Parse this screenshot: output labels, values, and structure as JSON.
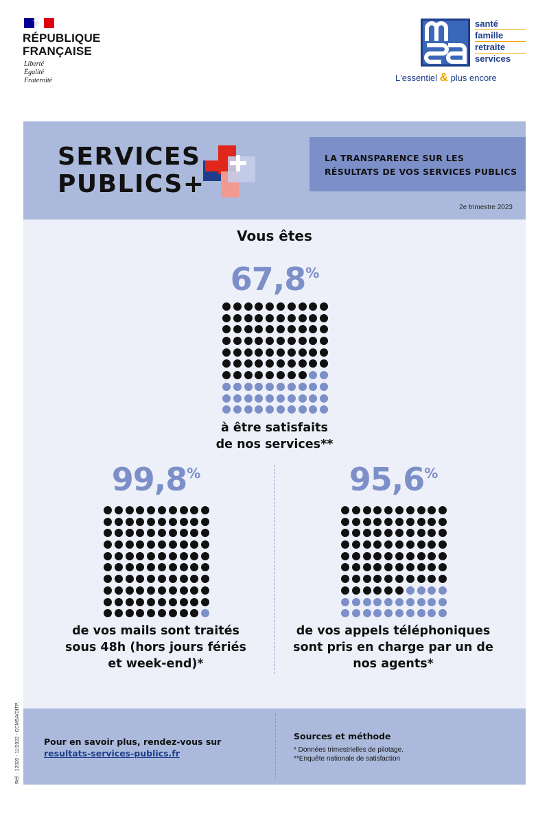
{
  "header": {
    "republique": {
      "name_line1": "RÉPUBLIQUE",
      "name_line2": "FRANÇAISE",
      "motto": [
        "Liberté",
        "Égalité",
        "Fraternité"
      ]
    },
    "msa": {
      "logo_icon": "msa-logo-icon",
      "words": [
        "santé",
        "famille",
        "retraite",
        "services"
      ],
      "tagline_before": "L'essentiel",
      "tagline_amp": "&",
      "tagline_after": "plus encore",
      "brand_color": "#1e3e8c",
      "accent_color": "#f0a500"
    }
  },
  "poster": {
    "title_line1": "SERVICES",
    "title_line2": "PUBLICS+",
    "banner_line1": "LA TRANSPARENCE SUR LES",
    "banner_line2": "RÉSULTATS DE VOS SERVICES PUBLICS",
    "period": "2e trimestre 2023",
    "intro": "Vous êtes",
    "colors": {
      "band": "#abbadc",
      "accent": "#7c8fc8",
      "body": "#edf0f8"
    }
  },
  "stats": [
    {
      "value": "67,8",
      "unit": "%",
      "filled_dots": 68,
      "total_dots": 100,
      "caption_lines": [
        "à être satisfaits",
        "de nos services**"
      ]
    },
    {
      "value": "99,8",
      "unit": "%",
      "filled_dots": 99,
      "total_dots": 100,
      "caption_lines": [
        "de vos mails sont traités",
        "sous 48h (hors jours fériés",
        "et week-end)*"
      ]
    },
    {
      "value": "95,6",
      "unit": "%",
      "filled_dots": 76,
      "total_dots": 100,
      "caption_lines": [
        "de vos appels téléphoniques",
        "sont pris en charge par un de",
        "nos agents*"
      ]
    }
  ],
  "footer": {
    "info_text": "Pour en savoir plus, rendez-vous sur",
    "link": "resultats-services-publics.fr",
    "sources_title": "Sources et méthode",
    "sources_lines": [
      "* Données trimestrielles de pilotage.",
      "**Enquête nationale de satisfaction"
    ],
    "reference": "Réf. : 12020 - 11/2022 - CCMSA/DITP."
  }
}
